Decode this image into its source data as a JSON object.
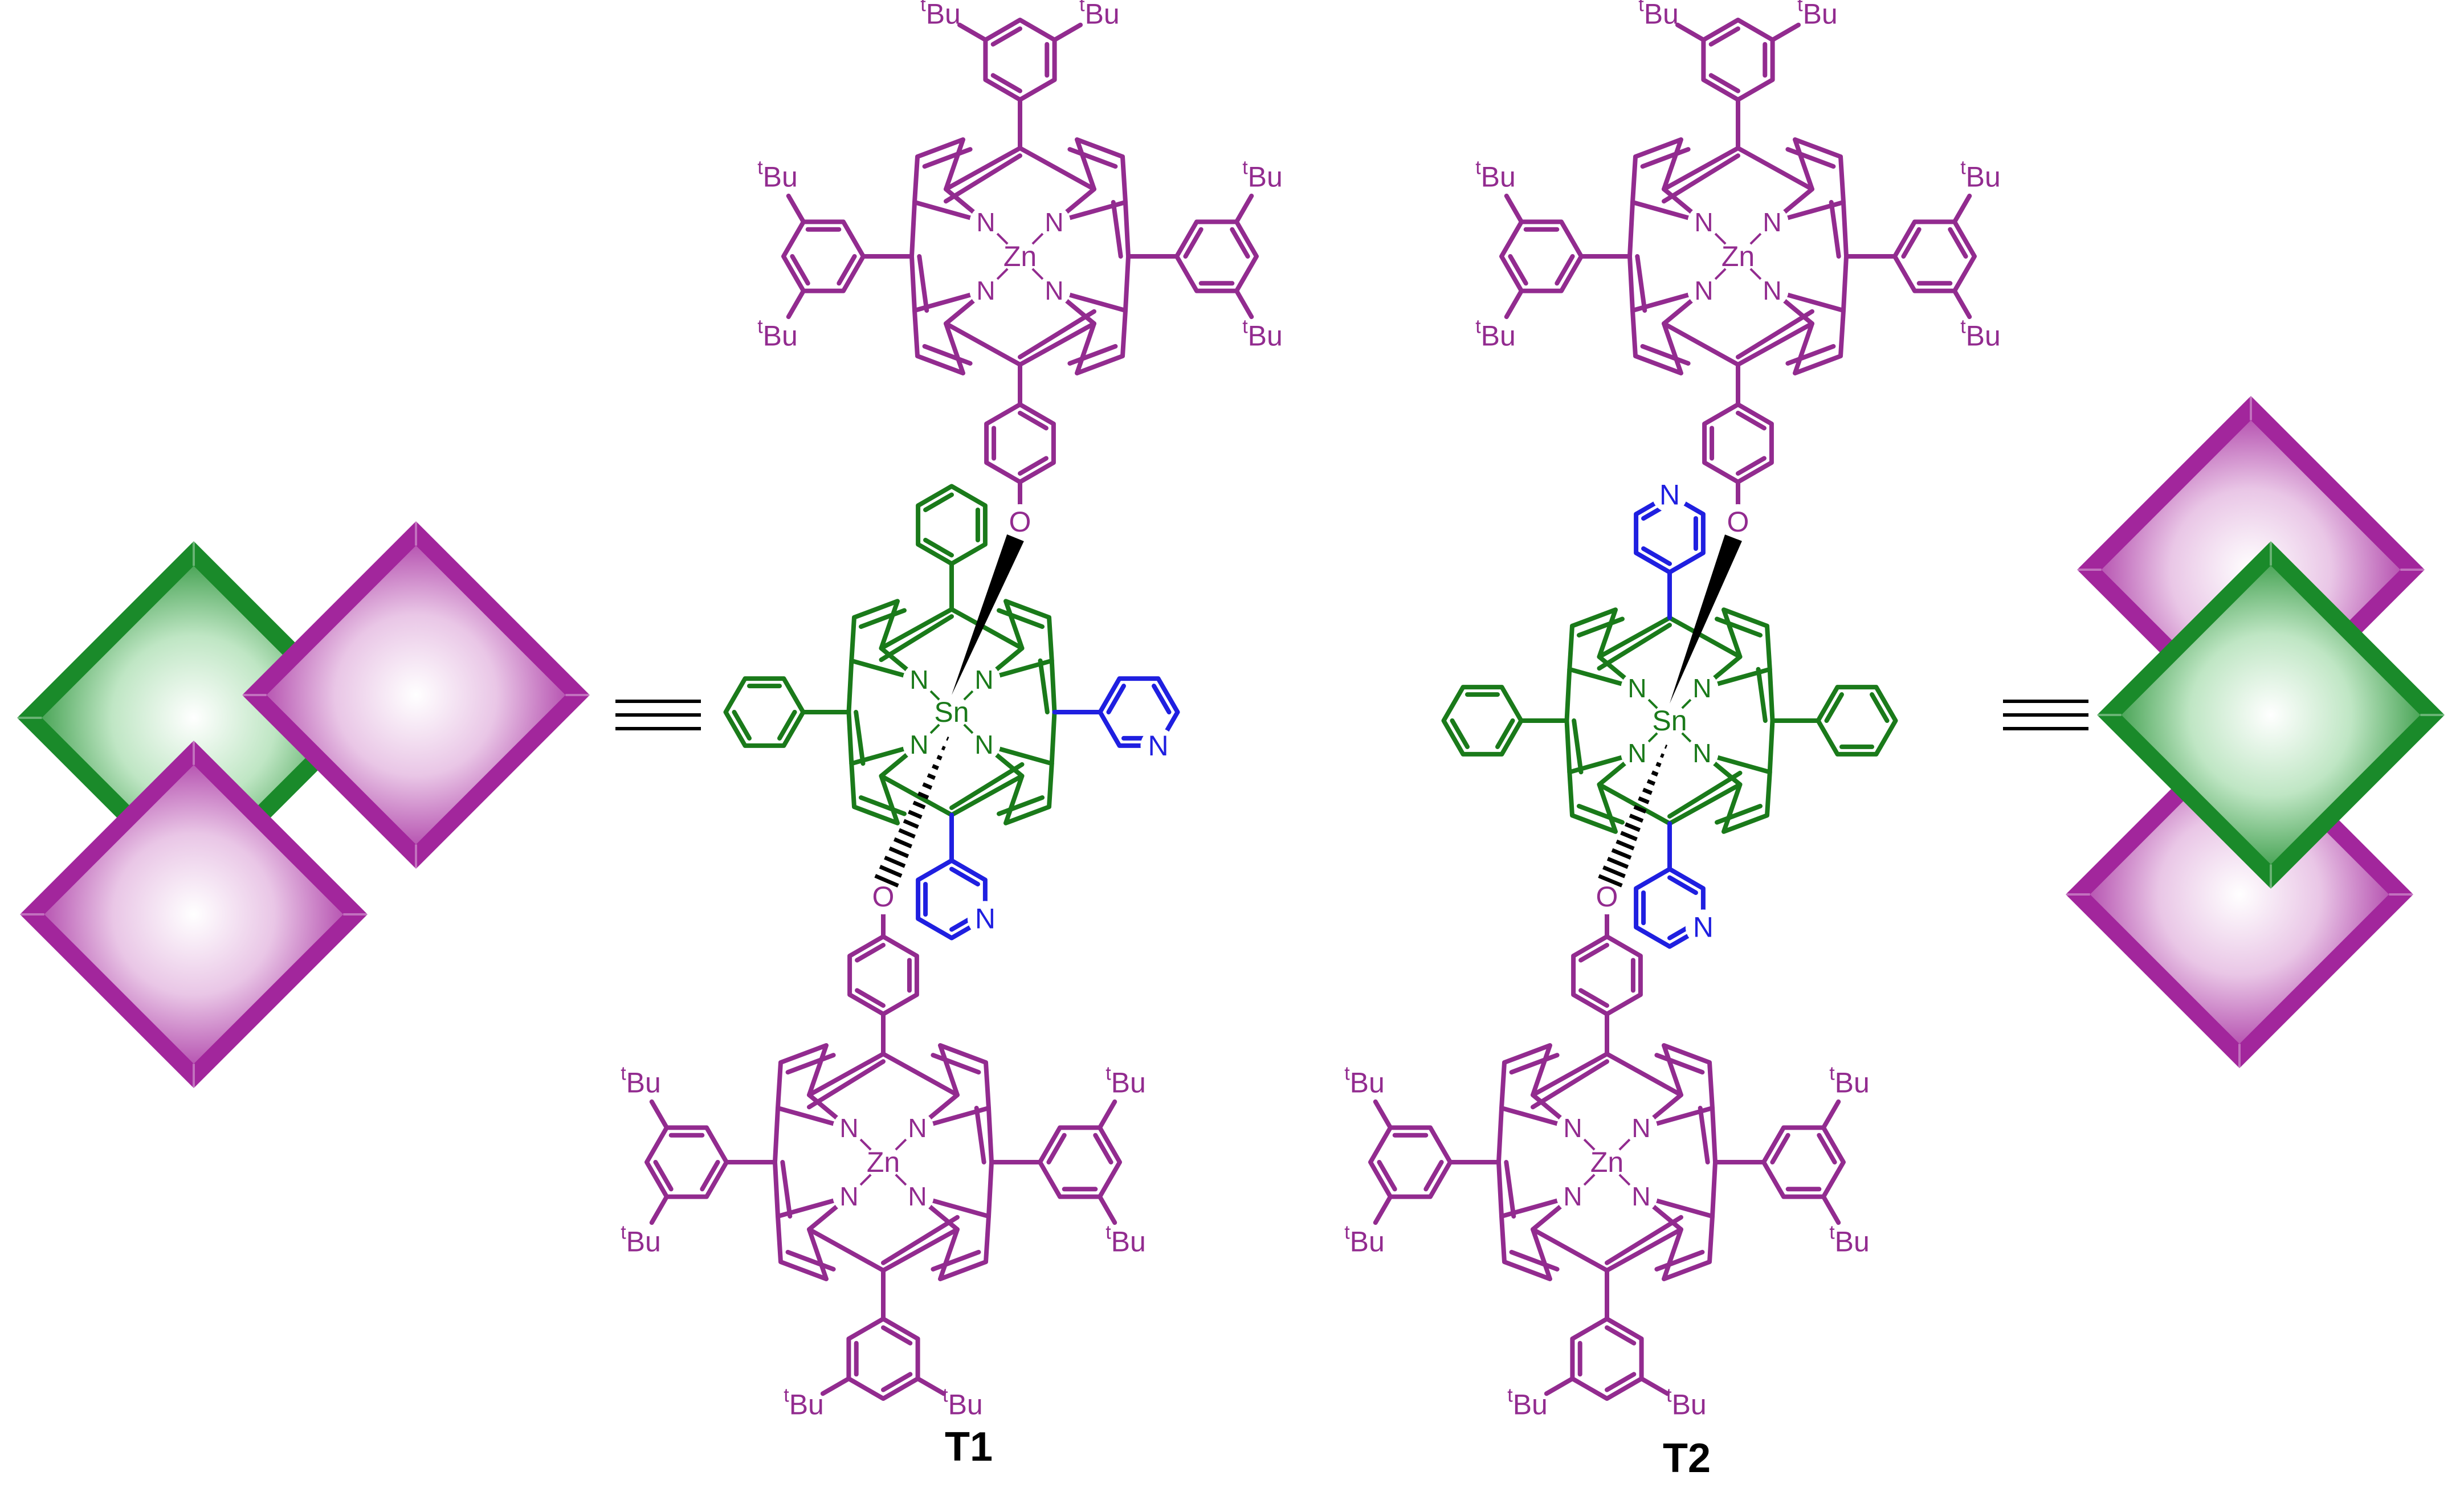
{
  "labels": {
    "compound_1": "T1",
    "compound_2": "T2",
    "zinc": "Zn",
    "tin": "Sn",
    "nitrogen": "N",
    "oxygen": "O",
    "tbu_sup": "t",
    "tbu_main": "Bu",
    "equivalence": "≡"
  },
  "colors": {
    "zn_porphyrin": "#922b8f",
    "sn_porphyrin": "#1a7a1a",
    "pyridyl": "#1f1fe0",
    "cube_green": "#1a8a2a",
    "cube_magenta": "#a2269c",
    "text": "#000000"
  }
}
